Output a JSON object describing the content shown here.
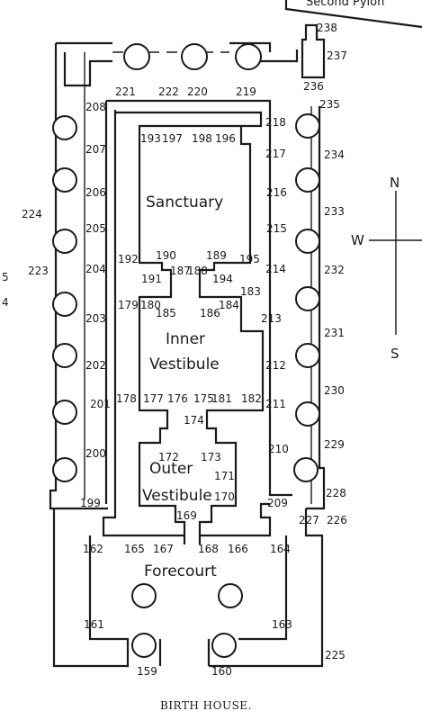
{
  "caption": "BIRTH HOUSE.",
  "fragment_text": "Second Pylon",
  "edge_numbers": [
    "5",
    "4"
  ],
  "compass": {
    "north": "N",
    "south": "S",
    "west": "W"
  },
  "rooms": {
    "sanctuary": "Sanctuary",
    "inner_vestibule_1": "Inner",
    "inner_vestibule_2": "Vestibule",
    "outer_vestibule_1": "Outer",
    "outer_vestibule_2": "Vestibule",
    "forecourt": "Forecourt"
  },
  "wall_numbers": [
    "159",
    "160",
    "161",
    "162",
    "163",
    "164",
    "165",
    "166",
    "167",
    "168",
    "169",
    "170",
    "171",
    "172",
    "173",
    "174",
    "175",
    "176",
    "177",
    "178",
    "179",
    "180",
    "181",
    "182",
    "183",
    "184",
    "185",
    "186",
    "187",
    "188",
    "189",
    "190",
    "191",
    "192",
    "193",
    "194",
    "195",
    "196",
    "197",
    "198",
    "199",
    "200",
    "201",
    "202",
    "203",
    "204",
    "205",
    "206",
    "207",
    "208",
    "209",
    "210",
    "211",
    "212",
    "213",
    "214",
    "215",
    "216",
    "217",
    "218",
    "219",
    "220",
    "221",
    "222",
    "223",
    "224",
    "225",
    "226",
    "227",
    "228",
    "229",
    "230",
    "231",
    "232",
    "233",
    "234",
    "235",
    "236",
    "237",
    "238"
  ]
}
